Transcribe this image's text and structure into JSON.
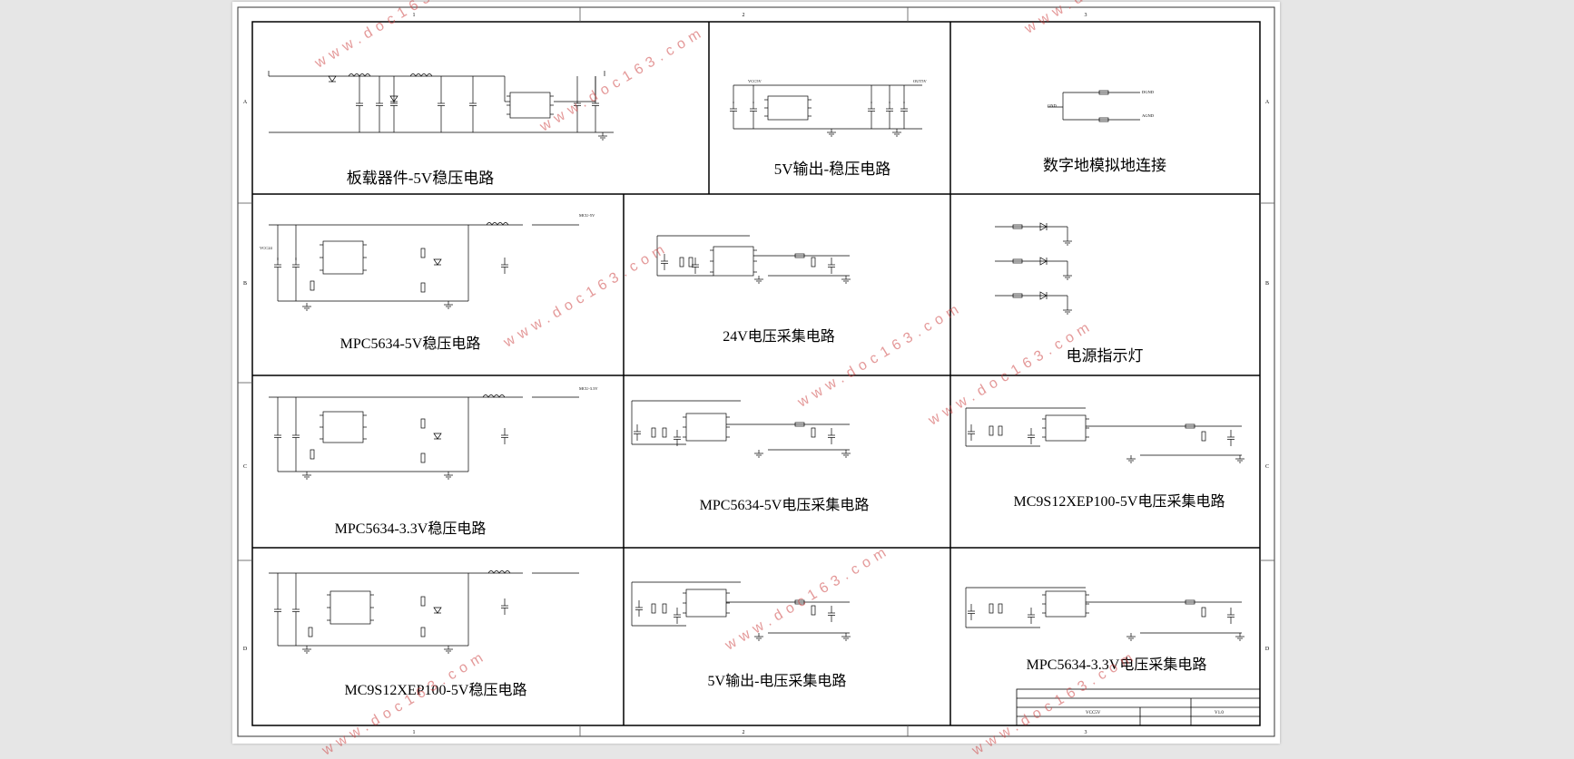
{
  "sections": [
    {
      "id": "s1",
      "title": "板载器件-5V稳压电路"
    },
    {
      "id": "s2",
      "title": "5V输出-稳压电路"
    },
    {
      "id": "s3",
      "title": "数字地模拟地连接"
    },
    {
      "id": "s4",
      "title": "MPC5634-5V稳压电路"
    },
    {
      "id": "s5",
      "title": "24V电压采集电路"
    },
    {
      "id": "s6",
      "title": "电源指示灯"
    },
    {
      "id": "s7",
      "title": "MPC5634-3.3V稳压电路"
    },
    {
      "id": "s8",
      "title": "MPC5634-5V电压采集电路"
    },
    {
      "id": "s9",
      "title": "MC9S12XEP100-5V电压采集电路"
    },
    {
      "id": "s10",
      "title": "MC9S12XEP100-5V稳压电路"
    },
    {
      "id": "s11",
      "title": "5V输出-电压采集电路"
    },
    {
      "id": "s12",
      "title": "MPC5634-3.3V电压采集电路"
    }
  ],
  "border": {
    "top_numbers": [
      "1",
      "2",
      "3"
    ],
    "bottom_numbers": [
      "1",
      "2",
      "3"
    ],
    "side_letters": [
      "A",
      "B",
      "C",
      "D"
    ]
  },
  "net_labels": {
    "vcc24": "VCC24",
    "vcc5": "VCC5V",
    "out5": "OUT5V",
    "mcu5": "MCU-5V",
    "mcu33": "MCU-3.3V",
    "agnd": "AGND",
    "dgnd": "DGND",
    "gnd": "GND"
  },
  "title_block": {
    "version": "V1.0",
    "sheet": "VCC5V"
  },
  "watermark": "www.doc163.com"
}
